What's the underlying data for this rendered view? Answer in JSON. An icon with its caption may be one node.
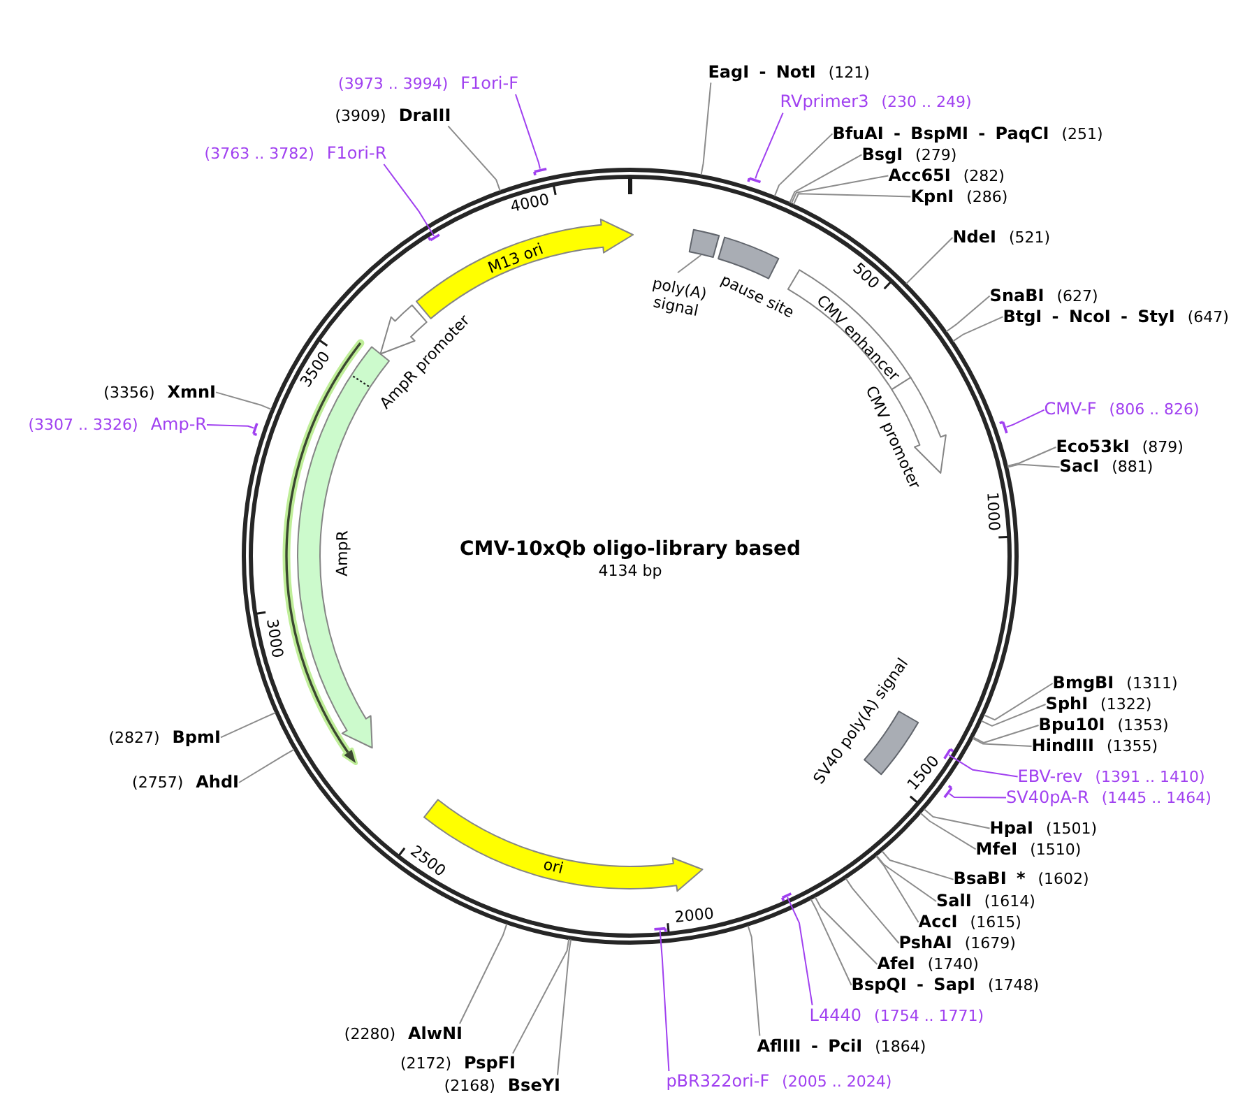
{
  "diagram": {
    "title": "CMV-10xQb oligo-library based",
    "nodes": [
      {
        "text": [
          "poly(A) signal"
        ]
      },
      {
        "text": [],
        "shape": "box"
      },
      {
        "text": [
          "pause site"
        ]
      },
      {
        "text": [
          "CMV enhancer"
        ]
      },
      {
        "text": [
          "CMV promoter"
        ]
      },
      {
        "text": [
          "SV40 poly(A) signal"
        ]
      },
      {
        "text": [
          "ori"
        ]
      },
      {
        "text": [
          "AmpR"
        ]
      },
      {
        "text": [
          "AmpR promoter"
        ]
      },
      {
        "text": [
          "M13 ori"
        ]
      },
      {
        "text": [
          "EagI - NotI",
          "(121)"
        ]
      },
      {
        "text": [
          "RVprimer3",
          "(230 .. 249)"
        ]
      },
      {
        "text": [],
        "shape": "bar"
      },
      {
        "text": [
          "BfuAI - BspMI - PaqCI",
          "(251)"
        ]
      },
      {
        "text": [
          "BsgI",
          "(279)"
        ]
      },
      {
        "text": [
          "Acc65I",
          "(282)"
        ]
      },
      {
        "text": [
          "KpnI",
          "(286)"
        ]
      },
      {
        "text": [
          "NdeI",
          "(521)"
        ]
      },
      {
        "text": [
          "SnaBI",
          "(627)"
        ]
      },
      {
        "text": [
          "BtgI - NcoI - StyI",
          "(647)"
        ]
      },
      {
        "text": [
          "CMV-F",
          "(806 .. 826)"
        ]
      },
      {
        "text": [],
        "shape": "bar"
      },
      {
        "text": [
          "Eco53kI",
          "(879)"
        ]
      },
      {
        "text": [
          "SacI",
          "(881)"
        ]
      },
      {
        "text": [
          "BmgBI",
          "(1311)"
        ]
      },
      {
        "text": [
          "SphI",
          "(1322)"
        ]
      },
      {
        "text": [
          "Bpu10I",
          "(1353)"
        ]
      },
      {
        "text": [
          "HindIII",
          "(1355)"
        ]
      },
      {
        "text": [
          "EBV-rev",
          "(1391 .. 1410)"
        ]
      },
      {
        "text": [],
        "shape": "bar"
      },
      {
        "text": [
          "SV40pA-R",
          "(1445 .. 1464)"
        ]
      },
      {
        "text": [],
        "shape": "bar"
      },
      {
        "text": [
          "HpaI",
          "(1501)"
        ]
      },
      {
        "text": [
          "MfeI",
          "(1510)"
        ]
      },
      {
        "text": [
          "BsaBI *",
          "(1602)"
        ]
      },
      {
        "text": [
          "SalI",
          "(1614)"
        ]
      },
      {
        "text": [
          "AccI",
          "(1615)"
        ]
      },
      {
        "text": [
          "PshAI",
          "(1679)"
        ]
      },
      {
        "text": [
          "AfeI",
          "(1740)"
        ]
      },
      {
        "text": [
          "BspQI - SapI",
          "(1748)"
        ]
      },
      {
        "text": [
          "L4440",
          "(1754 .. 1771)"
        ]
      },
      {
        "text": [],
        "shape": "bar"
      },
      {
        "text": [
          "AflIII - PciI",
          "(1864)"
        ]
      },
      {
        "text": [
          "pBR322ori-F",
          "(2005 .. 2024)"
        ]
      },
      {
        "text": [],
        "shape": "bar"
      },
      {
        "text": [
          "(2168)",
          "BseYI"
        ]
      },
      {
        "text": [
          "(2172)",
          "PspFI"
        ]
      },
      {
        "text": [
          "(2280)",
          "AlwNI"
        ]
      },
      {
        "text": [
          "(2757)",
          "AhdI"
        ]
      },
      {
        "text": [
          "(2827)",
          "BpmI"
        ]
      },
      {
        "text": [
          "(3307 .. 3326)",
          "Amp-R"
        ]
      },
      {
        "text": [],
        "shape": "bar"
      },
      {
        "text": [
          "(3356)",
          "XmnI"
        ]
      },
      {
        "text": [
          "(3763 .. 3782)",
          "F1ori-R"
        ]
      },
      {
        "text": [],
        "shape": "bar"
      },
      {
        "text": [
          "(3909)",
          "DraIII"
        ]
      },
      {
        "text": [
          "(3973 .. 3994)",
          "F1ori-F"
        ]
      },
      {
        "text": [],
        "shape": "bar"
      }
    ],
    "edges": [
      {
        "from": 0,
        "to": 1,
        "arrow": "none"
      },
      {
        "from": 10,
        "to": null,
        "arrow": "none"
      },
      {
        "from": 11,
        "to": 12,
        "arrow": "none",
        "color": "#a040f0"
      },
      {
        "from": 13,
        "to": null,
        "arrow": "none"
      },
      {
        "from": 14,
        "to": null,
        "arrow": "none"
      },
      {
        "from": 15,
        "to": null,
        "arrow": "none"
      },
      {
        "from": 16,
        "to": null,
        "arrow": "none"
      },
      {
        "from": 17,
        "to": null,
        "arrow": "none"
      },
      {
        "from": 18,
        "to": null,
        "arrow": "none"
      },
      {
        "from": 19,
        "to": null,
        "arrow": "none"
      },
      {
        "from": 20,
        "to": 21,
        "arrow": "none",
        "color": "#a040f0"
      },
      {
        "from": 22,
        "to": null,
        "arrow": "none"
      },
      {
        "from": 23,
        "to": null,
        "arrow": "none"
      },
      {
        "from": 24,
        "to": null,
        "arrow": "none"
      },
      {
        "from": 25,
        "to": null,
        "arrow": "none"
      },
      {
        "from": 26,
        "to": null,
        "arrow": "none"
      },
      {
        "from": 27,
        "to": null,
        "arrow": "none"
      },
      {
        "from": 28,
        "to": 29,
        "arrow": "none",
        "color": "#a040f0"
      },
      {
        "from": 30,
        "to": 31,
        "arrow": "none",
        "color": "#a040f0"
      },
      {
        "from": 32,
        "to": null,
        "arrow": "none"
      },
      {
        "from": 33,
        "to": null,
        "arrow": "none"
      },
      {
        "from": 34,
        "to": null,
        "arrow": "none"
      },
      {
        "from": 35,
        "to": null,
        "arrow": "none"
      },
      {
        "from": 36,
        "to": null,
        "arrow": "none"
      },
      {
        "from": 37,
        "to": null,
        "arrow": "none"
      },
      {
        "from": 38,
        "to": null,
        "arrow": "none"
      },
      {
        "from": 39,
        "to": null,
        "arrow": "none"
      },
      {
        "from": 40,
        "to": 41,
        "arrow": "none",
        "color": "#a040f0"
      },
      {
        "from": 42,
        "to": null,
        "arrow": "none"
      },
      {
        "from": 43,
        "to": 44,
        "arrow": "none",
        "color": "#a040f0"
      },
      {
        "from": 45,
        "to": null,
        "arrow": "none"
      },
      {
        "from": 46,
        "to": null,
        "arrow": "none"
      },
      {
        "from": 47,
        "to": null,
        "arrow": "none"
      },
      {
        "from": 48,
        "to": null,
        "arrow": "none"
      },
      {
        "from": 49,
        "to": null,
        "arrow": "none"
      },
      {
        "from": 50,
        "to": 51,
        "arrow": "none",
        "color": "#a040f0"
      },
      {
        "from": 52,
        "to": null,
        "arrow": "none"
      },
      {
        "from": 53,
        "to": 54,
        "arrow": "none",
        "color": "#a040f0"
      },
      {
        "from": 55,
        "to": null,
        "arrow": "none"
      },
      {
        "from": 56,
        "to": 57,
        "arrow": "none",
        "color": "#a040f0"
      }
    ],
    "labels": [
      "4134 bp",
      "500",
      "1000",
      "1500",
      "2000",
      "2500",
      "3000",
      "3500",
      "4000"
    ]
  }
}
